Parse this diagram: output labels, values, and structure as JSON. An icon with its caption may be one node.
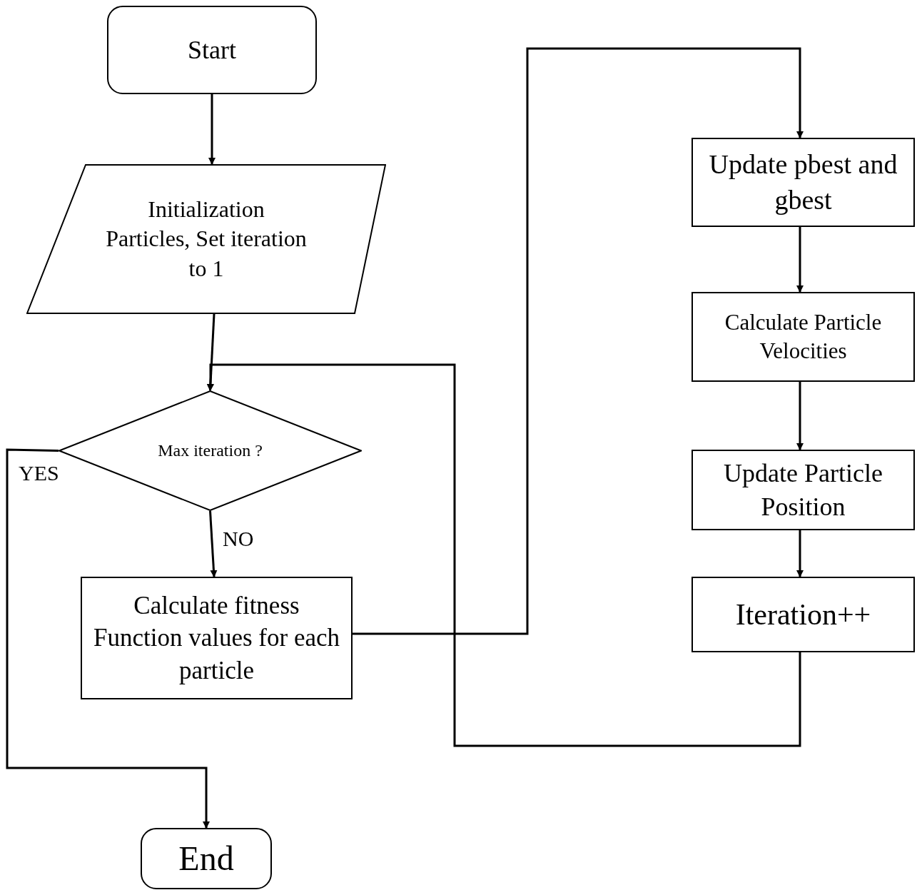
{
  "diagram": {
    "nodes": [
      {
        "text": [
          "Start"
        ]
      },
      {
        "text": [
          "Initialization Particles, Set iteration to 1"
        ]
      },
      {
        "text": [
          "Max iteration ?"
        ]
      },
      {
        "text": [
          "Calculate fitness Function values for each particle"
        ]
      },
      {
        "text": [
          "Update pbest and gbest"
        ]
      },
      {
        "text": [
          "Calculate Particle Velocities"
        ]
      },
      {
        "text": [
          "Update Particle Position"
        ]
      },
      {
        "text": [
          "Iteration++"
        ]
      },
      {
        "text": [
          "End"
        ]
      }
    ],
    "edges": [
      {
        "from": 0,
        "to": 1,
        "arrow": "to"
      },
      {
        "from": 1,
        "to": 2,
        "arrow": "to"
      },
      {
        "from": 2,
        "to": 3,
        "arrow": "to",
        "label": "NO"
      },
      {
        "from": 2,
        "to": 8,
        "arrow": "to",
        "label": "YES"
      },
      {
        "from": 3,
        "to": 4,
        "arrow": "to"
      },
      {
        "from": 4,
        "to": 5,
        "arrow": "to"
      },
      {
        "from": 5,
        "to": 6,
        "arrow": "to"
      },
      {
        "from": 6,
        "to": 7,
        "arrow": "to"
      },
      {
        "from": 7,
        "to": 2,
        "arrow": "to"
      }
    ]
  }
}
